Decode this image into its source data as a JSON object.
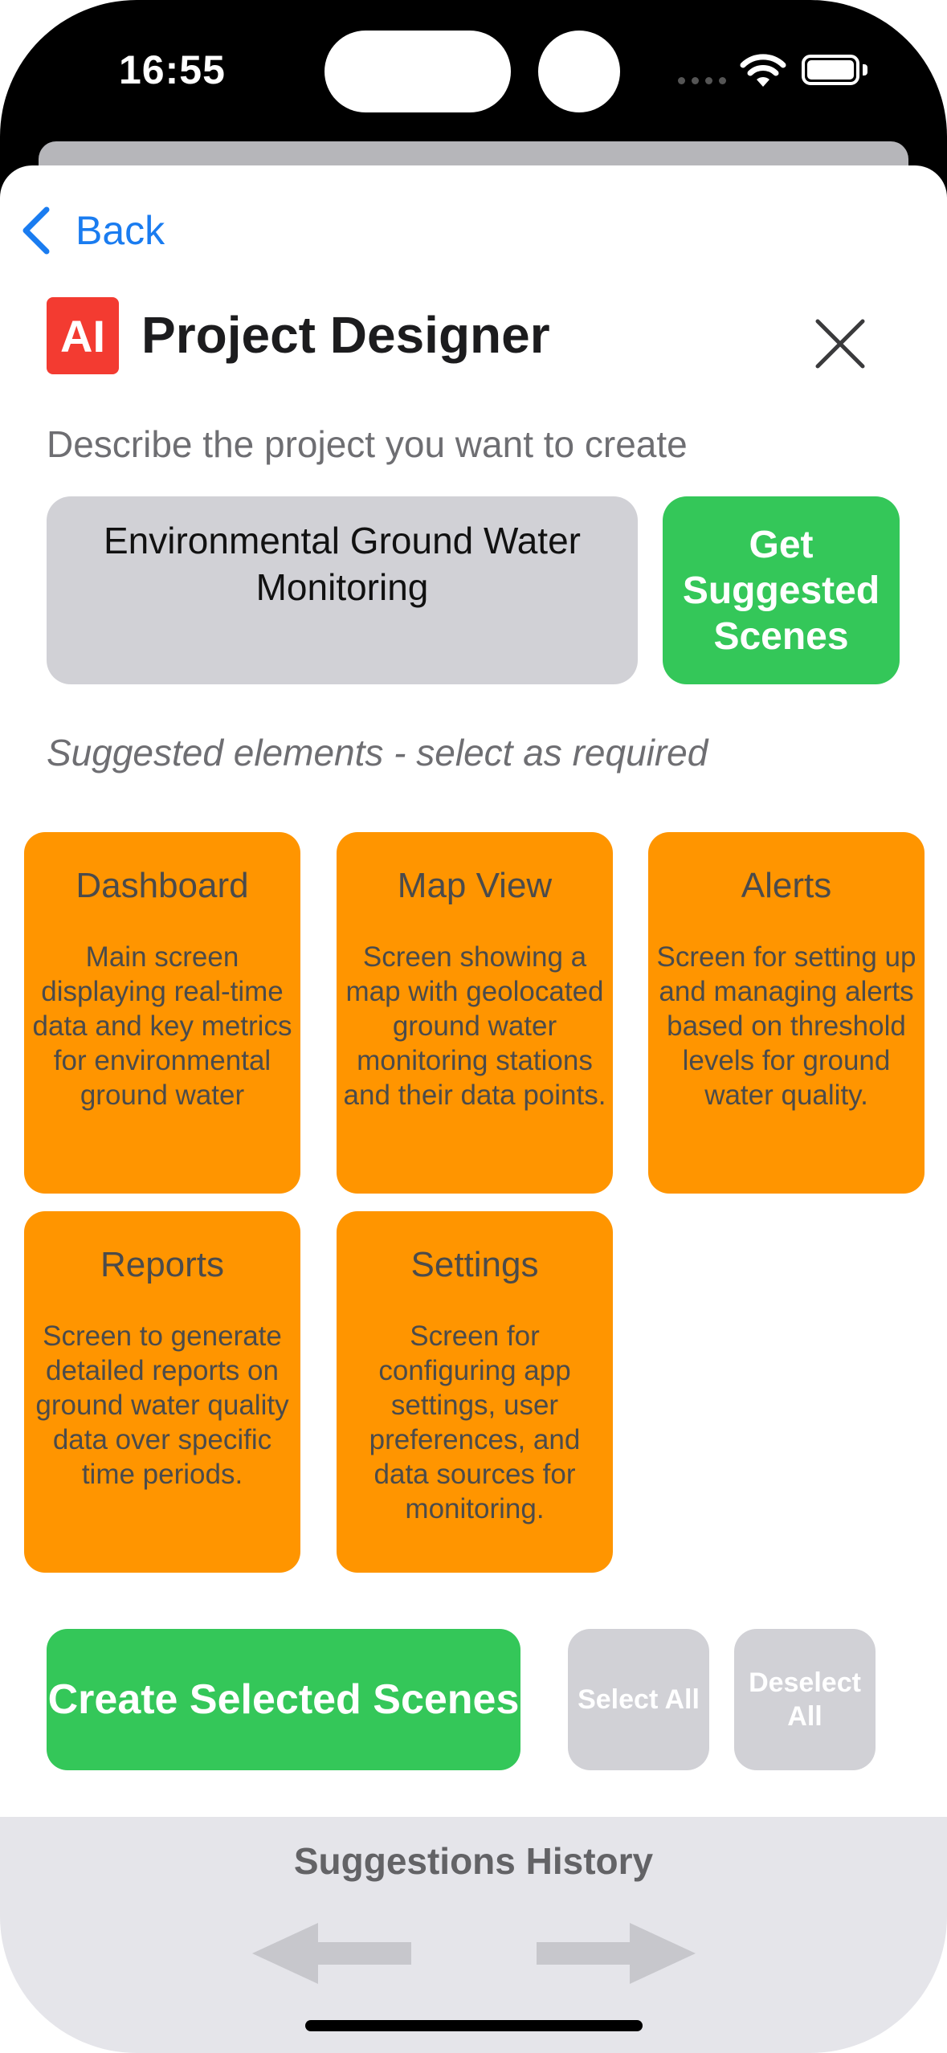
{
  "status_bar": {
    "time": "16:55",
    "icons": [
      "wifi-icon",
      "battery-icon"
    ]
  },
  "nav": {
    "back_label": "Back"
  },
  "header": {
    "logo_text": "AI",
    "title": "Project Designer"
  },
  "prompt": {
    "label": "Describe the project you want to create",
    "input_value": "Environmental Ground Water Monitoring",
    "suggest_button": "Get Suggested Scenes"
  },
  "suggestions": {
    "label": "Suggested elements - select as required",
    "cards": [
      {
        "title": "Dashboard",
        "description": "Main screen displaying real-time data and key metrics for environmental ground water"
      },
      {
        "title": "Map View",
        "description": "Screen showing a map with geolocated ground water monitoring stations and their data points."
      },
      {
        "title": "Alerts",
        "description": "Screen for setting up and managing alerts based on threshold levels for ground water quality."
      },
      {
        "title": "Reports",
        "description": "Screen to generate detailed reports on ground water quality data over specific time periods."
      },
      {
        "title": "Settings",
        "description": "Screen for configuring app settings, user preferences, and data sources for monitoring."
      }
    ]
  },
  "actions": {
    "create_button": "Create Selected Scenes",
    "select_all": "Select All",
    "deselect_all": "Deselect All"
  },
  "history": {
    "title": "Suggestions History"
  },
  "colors": {
    "accent_green": "#34c759",
    "card_orange": "#ff9500",
    "link_blue": "#1a7cf0",
    "logo_red": "#f33b31",
    "disabled_gray": "#d1d1d6"
  }
}
